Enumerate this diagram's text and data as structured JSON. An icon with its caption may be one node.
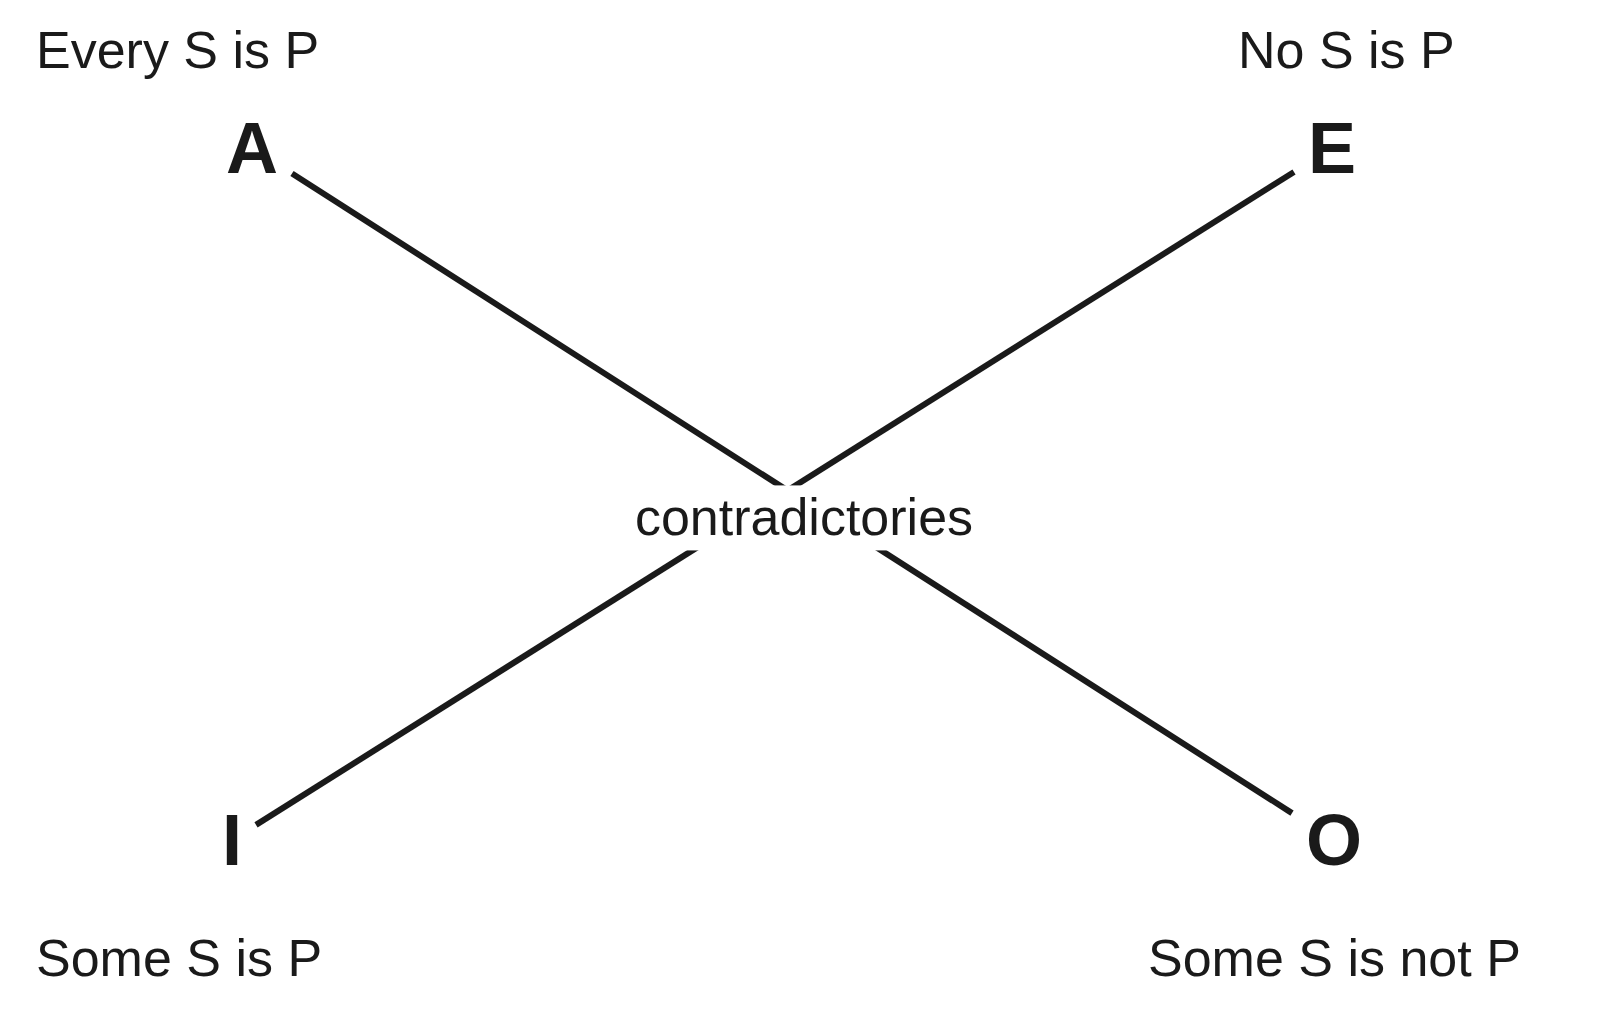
{
  "diagram": {
    "nodes": [
      {
        "text": [
          "A"
        ],
        "beside": [
          "Every S is P"
        ]
      },
      {
        "text": [
          "E"
        ],
        "beside": [
          "No S is P"
        ]
      },
      {
        "text": [
          "I"
        ],
        "beside": [
          "Some S is P"
        ]
      },
      {
        "text": [
          "O"
        ],
        "beside": [
          "Some S is not P"
        ]
      }
    ],
    "edges": [
      {
        "from": 0,
        "to": 3,
        "arrow": "none"
      },
      {
        "from": 1,
        "to": 2,
        "arrow": "none"
      }
    ],
    "labels": [
      "contradictories"
    ]
  }
}
